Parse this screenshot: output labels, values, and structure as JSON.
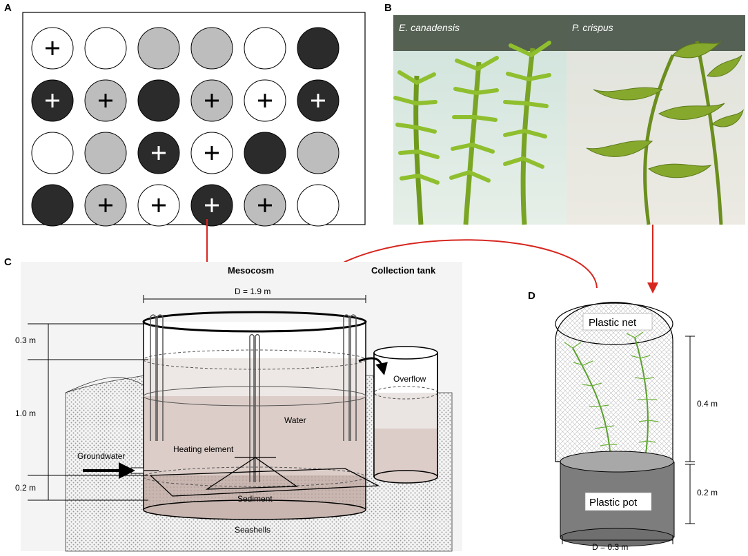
{
  "panels": {
    "a": "A",
    "b": "B",
    "c": "C",
    "d": "D"
  },
  "grid": {
    "rows": [
      [
        {
          "fill": "white",
          "plus": true
        },
        {
          "fill": "white",
          "plus": false
        },
        {
          "fill": "gray",
          "plus": false
        },
        {
          "fill": "gray",
          "plus": false
        },
        {
          "fill": "white",
          "plus": false
        },
        {
          "fill": "black",
          "plus": false
        }
      ],
      [
        {
          "fill": "black",
          "plus": true
        },
        {
          "fill": "gray",
          "plus": true
        },
        {
          "fill": "black",
          "plus": false
        },
        {
          "fill": "gray",
          "plus": true
        },
        {
          "fill": "white",
          "plus": true
        },
        {
          "fill": "black",
          "plus": true
        }
      ],
      [
        {
          "fill": "white",
          "plus": false
        },
        {
          "fill": "gray",
          "plus": false
        },
        {
          "fill": "black",
          "plus": true
        },
        {
          "fill": "white",
          "plus": true
        },
        {
          "fill": "black",
          "plus": false
        },
        {
          "fill": "gray",
          "plus": false
        }
      ],
      [
        {
          "fill": "black",
          "plus": false
        },
        {
          "fill": "gray",
          "plus": true
        },
        {
          "fill": "white",
          "plus": true
        },
        {
          "fill": "black",
          "plus": true
        },
        {
          "fill": "gray",
          "plus": true
        },
        {
          "fill": "white",
          "plus": false
        }
      ]
    ],
    "colors": {
      "white": "#ffffff",
      "gray": "#bdbdbd",
      "black": "#2b2b2b"
    }
  },
  "photos": {
    "left_species": "E. canadensis",
    "right_species": "P. crispus"
  },
  "mesocosm": {
    "title": "Mesocosm",
    "collection": "Collection tank",
    "diameter": "D = 1.9 m",
    "h_top": "0.3 m",
    "h_mid": "1.0 m",
    "h_bottom": "0.2 m",
    "overflow": "Overflow",
    "water": "Water",
    "heating": "Heating element",
    "groundwater": "Groundwater",
    "sediment": "Sediment",
    "seashells": "Seashells"
  },
  "pot": {
    "net": "Plastic net",
    "pot": "Plastic pot",
    "h_net": "0.4 m",
    "h_pot": "0.2 m",
    "diameter": "D = 0.3 m"
  },
  "colors": {
    "arrow_red": "#d7261e",
    "sediment": "#c9b6b0",
    "water": "#e6dcd8",
    "pot_gray": "#7d7d7d",
    "plant_green": "#5aa02c"
  }
}
